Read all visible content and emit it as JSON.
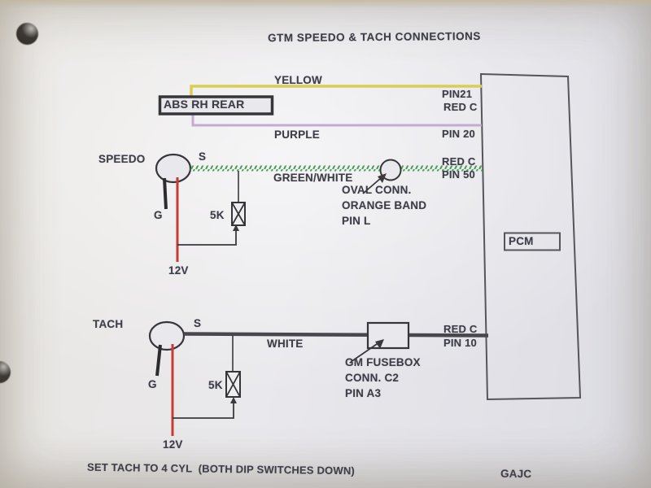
{
  "colors": {
    "paper": "#e9e8ec",
    "ink": "#3d3d48",
    "yellow_wire": "#d8ce55",
    "purple_wire": "#c3abd2",
    "red_wire": "#c63c35",
    "green_wire": "#4a9e55",
    "white_wire_drawn": "#47474d",
    "black_wire": "#2c2c30",
    "box_line": "#55555c"
  },
  "title": "GTM SPEEDO & TACH CONNECTIONS",
  "abs": {
    "label": "ABS RH REAR"
  },
  "yellow_wire": {
    "name": "YELLOW",
    "pcm_pin_line1": "PIN21",
    "pcm_pin_line2": "RED C"
  },
  "purple_wire": {
    "name": "PURPLE",
    "pcm_pin": "PIN 20"
  },
  "speedo": {
    "label": "SPEEDO",
    "s": "S",
    "g": "G",
    "resistor": "5K",
    "supply": "12V",
    "wire": {
      "name": "GREEN/WHITE",
      "pcm_pin_line1": "RED C",
      "pcm_pin_line2": "PIN 50"
    },
    "connector": {
      "line1": "OVAL CONN.",
      "line2": "ORANGE BAND",
      "line3": "PIN L"
    }
  },
  "tach": {
    "label": "TACH",
    "s": "S",
    "g": "G",
    "resistor": "5K",
    "supply": "12V",
    "wire": {
      "name": "WHITE",
      "pcm_pin_line1": "RED C",
      "pcm_pin_line2": "PIN 10"
    },
    "connector": {
      "line1": "GM FUSEBOX",
      "line2": "CONN. C2",
      "line3": "PIN A3"
    }
  },
  "pcm": {
    "label": "PCM"
  },
  "footer": {
    "note": "SET TACH TO 4 CYL  (BOTH DIP SWITCHES DOWN)",
    "initials": "GAJC"
  }
}
